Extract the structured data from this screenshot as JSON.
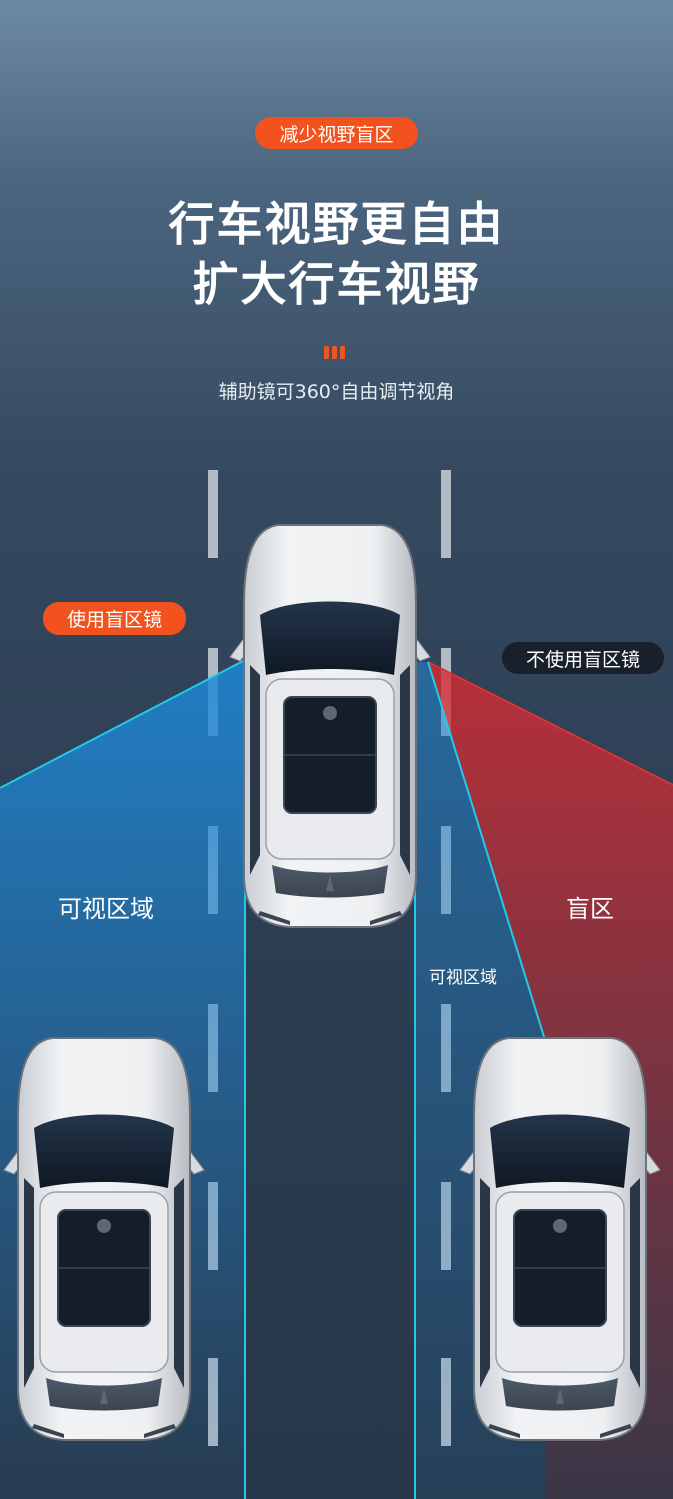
{
  "badge": "减少视野盲区",
  "headline_1": "行车视野更自由",
  "headline_2": "扩大行车视野",
  "subtitle": "辅助镜可360°自由调节视角",
  "labels": {
    "with_mirror": "使用盲区镜",
    "without_mirror": "不使用盲区镜",
    "visible_left": "可视区域",
    "blind_zone": "盲区",
    "visible_right": "可视区域"
  },
  "colors": {
    "accent": "#f2531e",
    "visible_zone": "#1e7fd0",
    "blind_zone": "#d02a30",
    "ray": "#23c9e6"
  }
}
